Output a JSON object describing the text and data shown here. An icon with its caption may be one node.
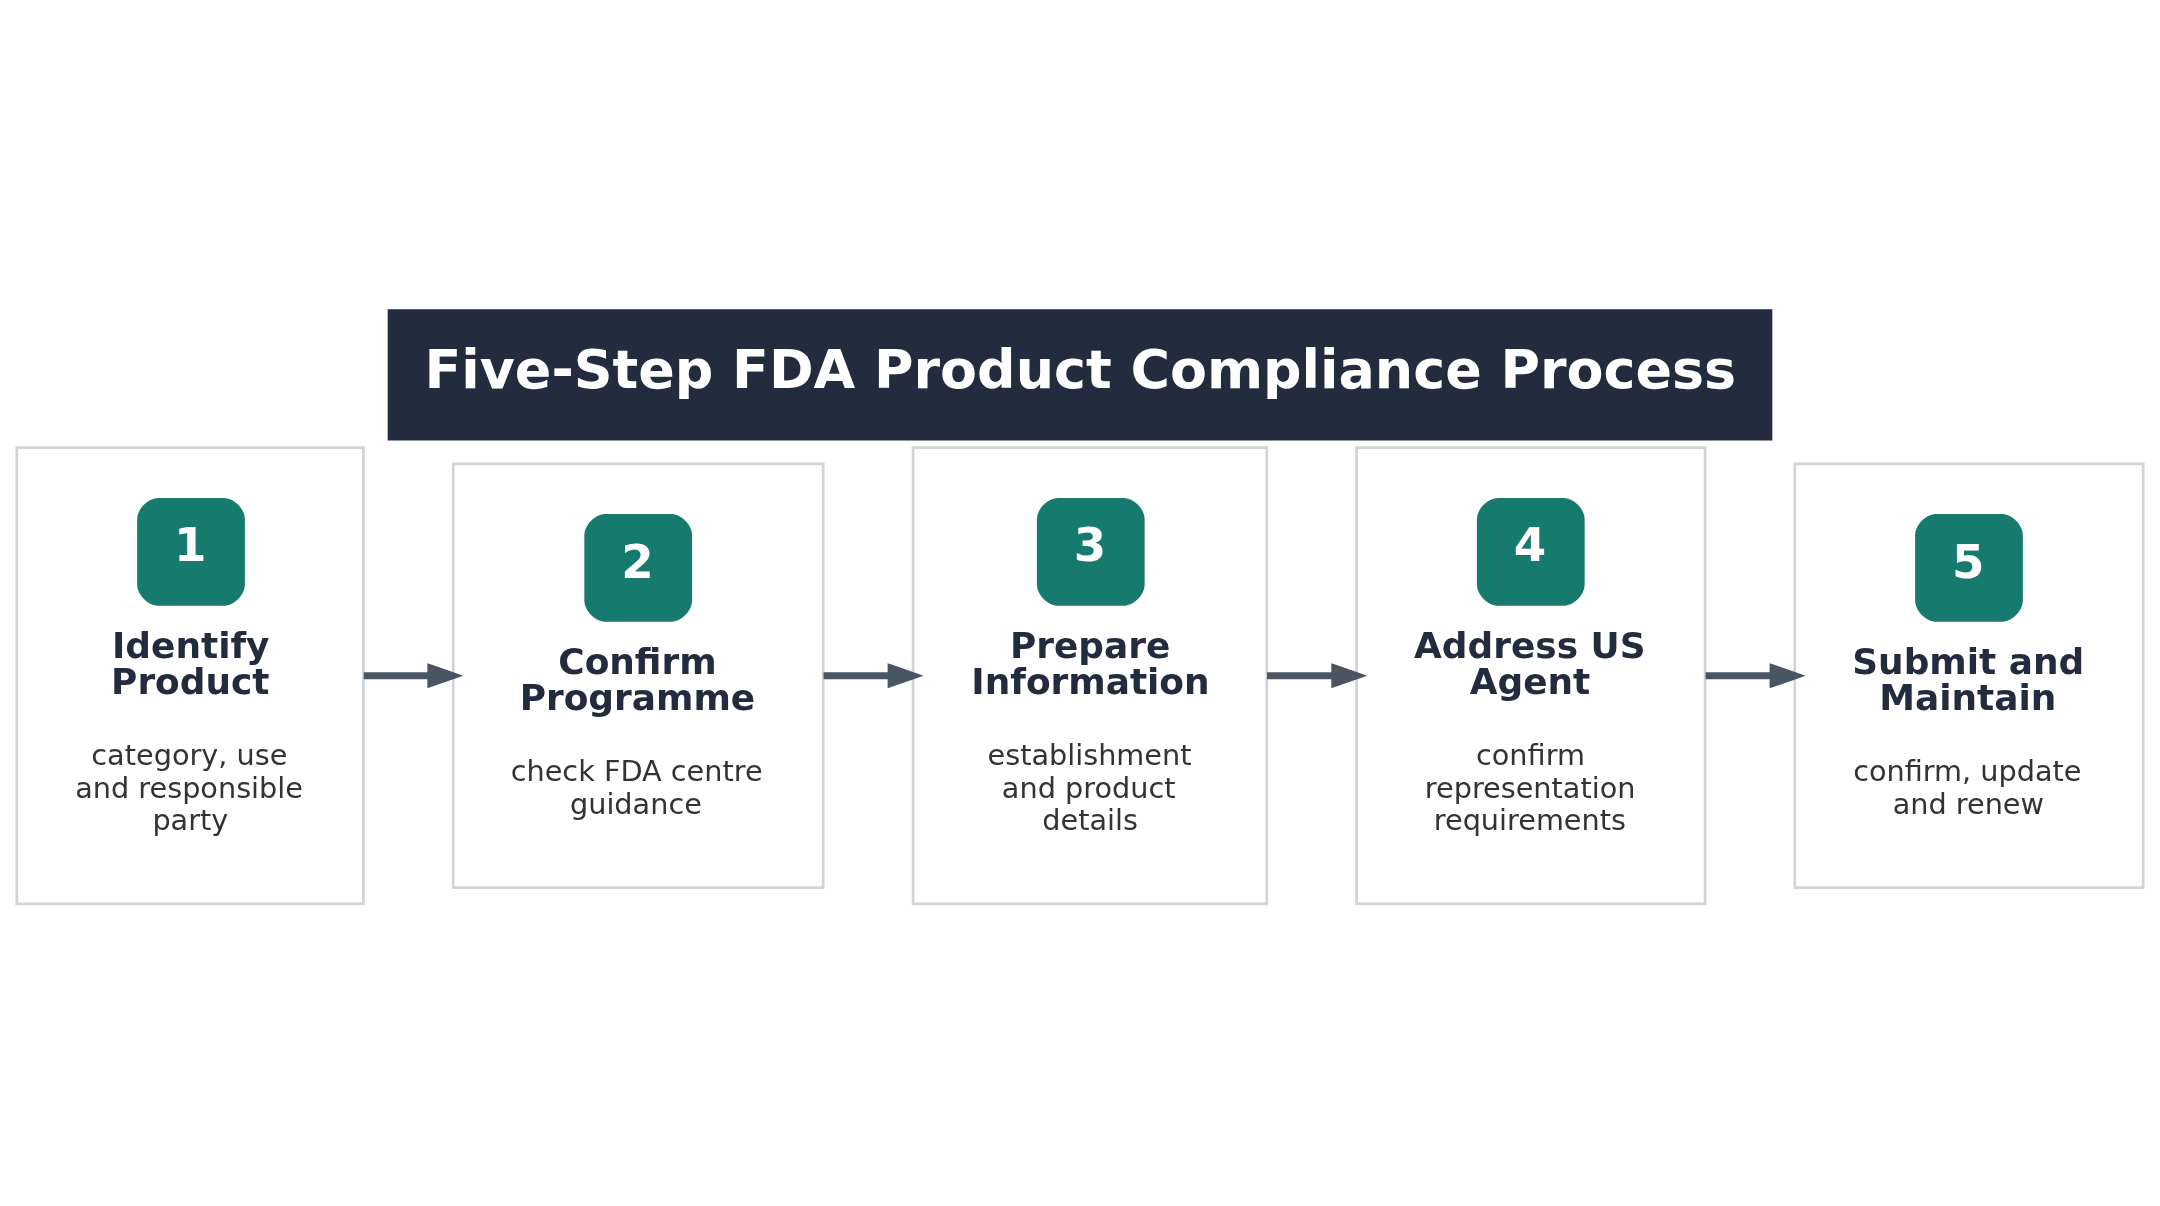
{
  "diagram": {
    "title": "Five-Step FDA Product Compliance Process",
    "nodes": [
      {
        "text": [
          "1",
          "Identify Product",
          "category, use and responsible party"
        ]
      },
      {
        "text": [
          "2",
          "Confirm Programme",
          "check FDA centre guidance"
        ]
      },
      {
        "text": [
          "3",
          "Prepare Information",
          "establishment and product details"
        ]
      },
      {
        "text": [
          "4",
          "Address US Agent",
          "confirm representation requirements"
        ]
      },
      {
        "text": [
          "5",
          "Submit and Maintain",
          "confirm, update and renew"
        ]
      }
    ],
    "edges": [
      {
        "from": 0,
        "to": 1,
        "arrow": "to"
      },
      {
        "from": 1,
        "to": 2,
        "arrow": "to"
      },
      {
        "from": 2,
        "to": 3,
        "arrow": "to"
      },
      {
        "from": 3,
        "to": 4,
        "arrow": "to"
      }
    ]
  }
}
